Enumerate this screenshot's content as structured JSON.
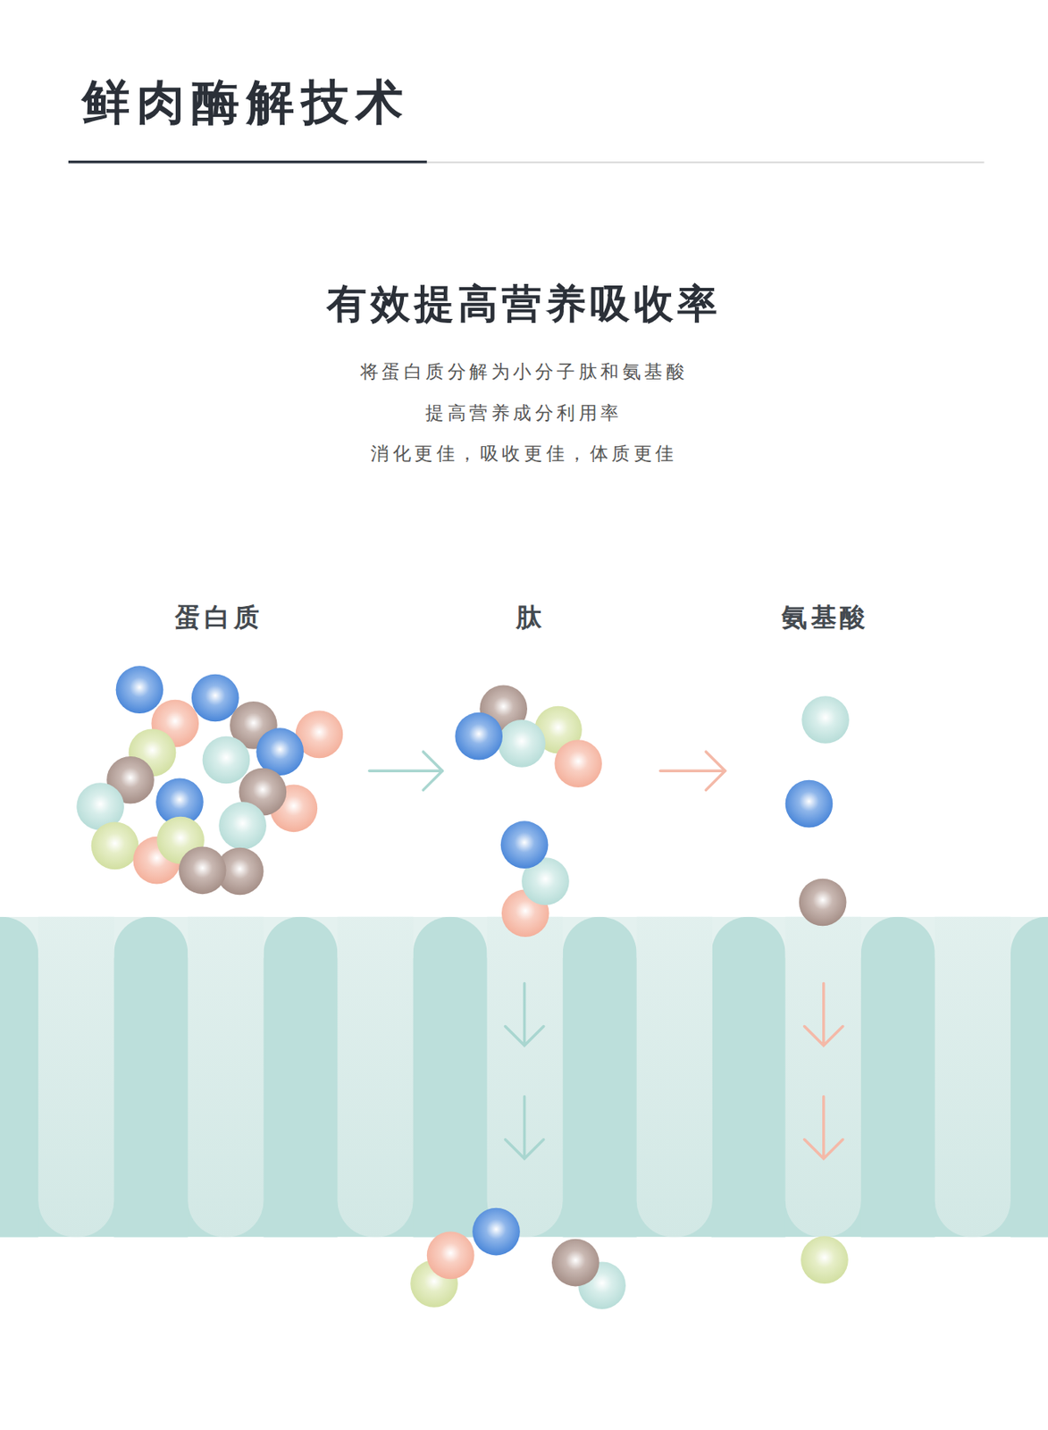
{
  "diagram": {
    "title": "鲜肉酶解技术",
    "nodes": [
      {
        "text": [
          "蛋白质"
        ]
      },
      {
        "text": [
          "肽"
        ]
      },
      {
        "text": [
          "氨基酸"
        ]
      }
    ],
    "edges": [
      {
        "from": 0,
        "to": 1,
        "arrow": "to"
      },
      {
        "from": 1,
        "to": 2,
        "arrow": "to"
      }
    ],
    "labels": [
      "有效提高营养吸收率",
      "将蛋白质分解为小分子肽和氨基酸",
      "提高营养成分利用率",
      "消化更佳，吸收更佳，体质更佳"
    ]
  }
}
